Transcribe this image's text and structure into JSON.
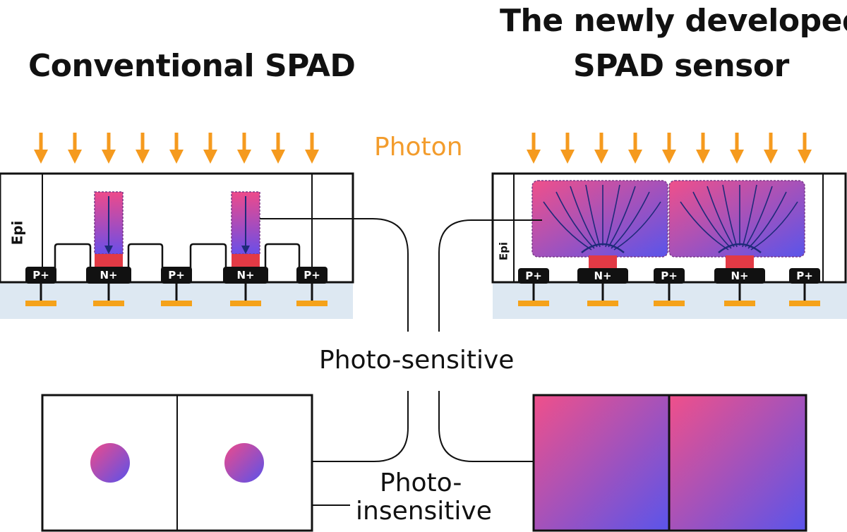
{
  "titles": {
    "left": "Conventional SPAD",
    "right_line1": "The newly developed",
    "right_line2": "SPAD sensor"
  },
  "labels": {
    "photon": "Photon",
    "epi": "Epi",
    "photo_sensitive": "Photo-sensitive",
    "photo_insensitive_line1": "Photo-",
    "photo_insensitive_line2": "insensitive",
    "p_plus": "P+",
    "n_plus": "N+"
  },
  "colors": {
    "photon_arrow": "#f59a1e",
    "photon_text": "#f39c2c",
    "contact": "#f5a21a",
    "substrate": "#dde8f2",
    "gradient_start": "#ee4a8a",
    "gradient_end": "#6a4ee8",
    "n_region": "#e23a45",
    "field_line": "#1f2a7a"
  }
}
